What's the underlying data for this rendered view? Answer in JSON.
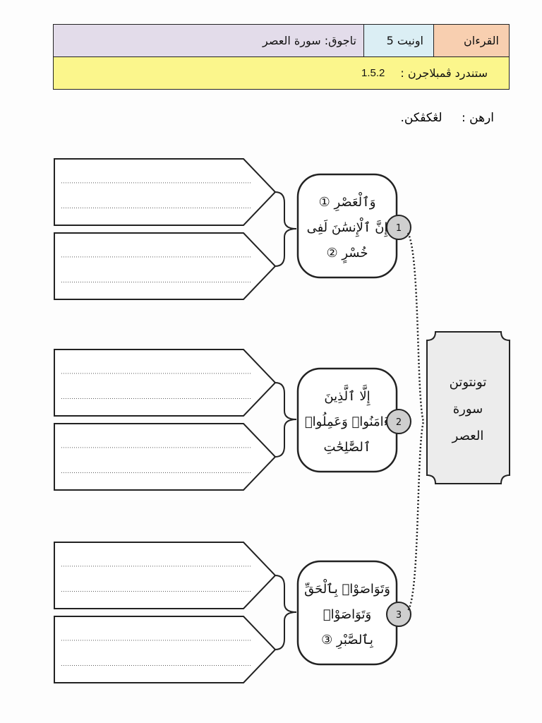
{
  "header": {
    "subject": "القرءان",
    "unit": "اونيت 5",
    "topic": "تاجوق: سورة العصر",
    "standard_label": "ستندرد ڤمبلاجرن  :",
    "standard_value": "1.5.2",
    "colors": {
      "subject_bg": "#f8cfb0",
      "unit_bg": "#dbeef4",
      "topic_bg": "#e3dcea",
      "standard_bg": "#fbf68c"
    }
  },
  "instruction": {
    "label": "ارهن :",
    "text": "لڠكڤكن."
  },
  "center": {
    "lines": [
      "تونتوتن",
      "سورة",
      "العصر"
    ]
  },
  "verses": [
    {
      "number": "1",
      "lines": [
        "وَٱلْعَصْرِ ①",
        "إِنَّ ٱلْإِنسَٰنَ لَفِى",
        "خُسْرٍ ②"
      ]
    },
    {
      "number": "2",
      "lines": [
        "إِلَّا ٱلَّذِينَ",
        "ءَامَنُوا۟ وَعَمِلُوا۟",
        "ٱلصَّٰلِحَٰتِ"
      ]
    },
    {
      "number": "3",
      "lines": [
        "وَتَوَاصَوْا۟ بِٱلْحَقِّ",
        "وَتَوَاصَوْا۟",
        "بِٱلصَّبْرِ ③"
      ]
    }
  ]
}
